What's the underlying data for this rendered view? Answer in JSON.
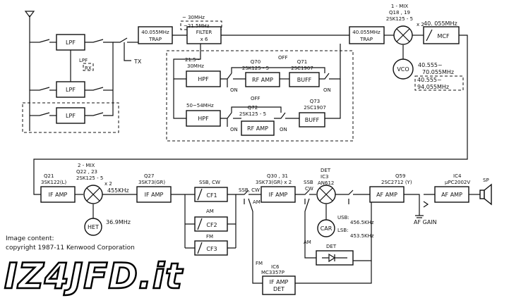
{
  "blocks": {
    "lpf1": "LPF",
    "lpf2": "LPF",
    "lpf3": "LPF",
    "lpf_rx": "LPF",
    "rx": "RX",
    "trap1": [
      "40.055MHz",
      "TRAP"
    ],
    "filter": [
      "FILTER",
      "x 6"
    ],
    "trap2": [
      "40.055MHz",
      "TRAP"
    ],
    "mcf": "MCF",
    "vco": "VCO",
    "hpf1": "HPF",
    "hpf2": "HPF",
    "rfamp1": "RF AMP",
    "rfamp2": "RF AMP",
    "buff1": "BUFF",
    "buff2": "BUFF",
    "ifamp1": "IF AMP",
    "ifamp2": "IF AMP",
    "ifamp3": "IF AMP",
    "afamp1": "AF AMP",
    "afamp2": "AF AMP",
    "het": "HET",
    "cf1": "CF1",
    "cf2": "CF2",
    "cf3": "CF3",
    "car": "CAR",
    "det": "DET",
    "ifampdet": [
      "IF AMP",
      "DET"
    ]
  },
  "labels": {
    "tx": "TX",
    "filter_range": "~ 30MHz",
    "filter_range_alt": "~21.5MHz",
    "mix1": [
      "1 - MIX",
      "Q18 , 19",
      "2SK125 - 5",
      "x 2"
    ],
    "mcf_freq": "40. 055MHz",
    "vco_range": [
      "40.555~",
      "70.055MHz"
    ],
    "vco_alt": [
      "40.555~",
      "94.055MHz"
    ],
    "off1": "OFF",
    "off2": "OFF",
    "on1": "ON",
    "on2": "ON",
    "on3": "ON",
    "on4": "ON",
    "hpf1_band": [
      "21.5~",
      "30MHz"
    ],
    "hpf2_band": "50~54MHz",
    "q70": [
      "Q70",
      "2SK125 - 5"
    ],
    "q71": [
      "Q71",
      "2SC1907"
    ],
    "q72": [
      "Q72",
      "2SK125 - 5"
    ],
    "q73": [
      "Q73",
      "2SC1907"
    ],
    "q21": [
      "Q21",
      "3SK122(L)"
    ],
    "mix2": [
      "2 - MIX",
      "Q22 , 23",
      "2SK125 - 5",
      "x 2"
    ],
    "if455": "455KHz",
    "het_freq": "36.9MHz",
    "q27": [
      "Q27",
      "3SK73(GR)"
    ],
    "ssbcw1": "SSB, CW",
    "am1": "AM",
    "fm1": "FM",
    "ssbcw2": "SSB, CW",
    "am2": "AM",
    "q30": [
      "Q30 , 31",
      "3SK73(GR) x 2"
    ],
    "ssbcw3": [
      "SSB",
      "CW"
    ],
    "am3": "AM",
    "fm2": "FM",
    "ic3": [
      "DET",
      "IC3",
      "AN612"
    ],
    "usb": [
      "USB:",
      "456.5KHz"
    ],
    "lsb": [
      "LSB:",
      "453.5KHz"
    ],
    "ic6": [
      "IC6",
      "MC3357P"
    ],
    "q59": "Q59",
    "q59_part": "2SC2712 (Y)",
    "ic4": [
      "IC4",
      "µPC2002V"
    ],
    "sp": "SP",
    "af_gain": "AF   GAIN"
  },
  "credit": [
    "Image content:",
    "copyright 1987-11 Kenwood Corporation"
  ],
  "logo": "IZ4JFD.it"
}
